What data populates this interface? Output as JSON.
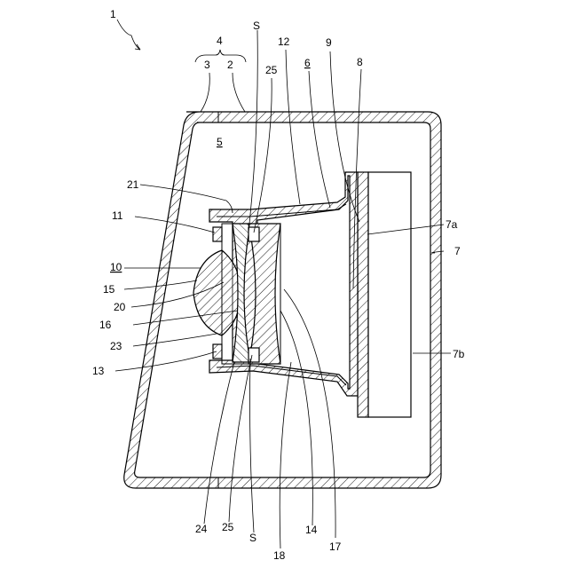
{
  "figure": {
    "labels": {
      "l1": "1",
      "l4": "4",
      "l3": "3",
      "l2": "2",
      "lS_top": "S",
      "l12": "12",
      "l9": "9",
      "l8": "8",
      "l25_top": "25",
      "l6": "6",
      "l5": "5",
      "l21": "21",
      "l11": "11",
      "l7a": "7a",
      "l7": "7",
      "l10": "10",
      "l15": "15",
      "l20": "20",
      "l16": "16",
      "l23": "23",
      "l7b": "7b",
      "l13": "13",
      "l24": "24",
      "l25_bot": "25",
      "lS_bot": "S",
      "l18": "18",
      "l14": "14",
      "l17": "17"
    }
  }
}
